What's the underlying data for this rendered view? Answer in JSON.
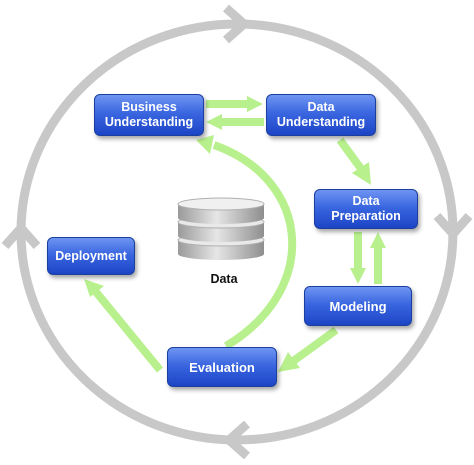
{
  "diagram": {
    "center_label": "Data",
    "nodes": {
      "business": "Business\nUnderstanding",
      "data_understanding": "Data\nUnderstanding",
      "data_preparation": "Data\nPreparation",
      "modeling": "Modeling",
      "evaluation": "Evaluation",
      "deployment": "Deployment"
    },
    "colors": {
      "outer_cycle": "#c8c8c8",
      "arrows": "#b9f08e",
      "node_fill": "#2f5bd8",
      "database": "#d2d2d2"
    }
  }
}
